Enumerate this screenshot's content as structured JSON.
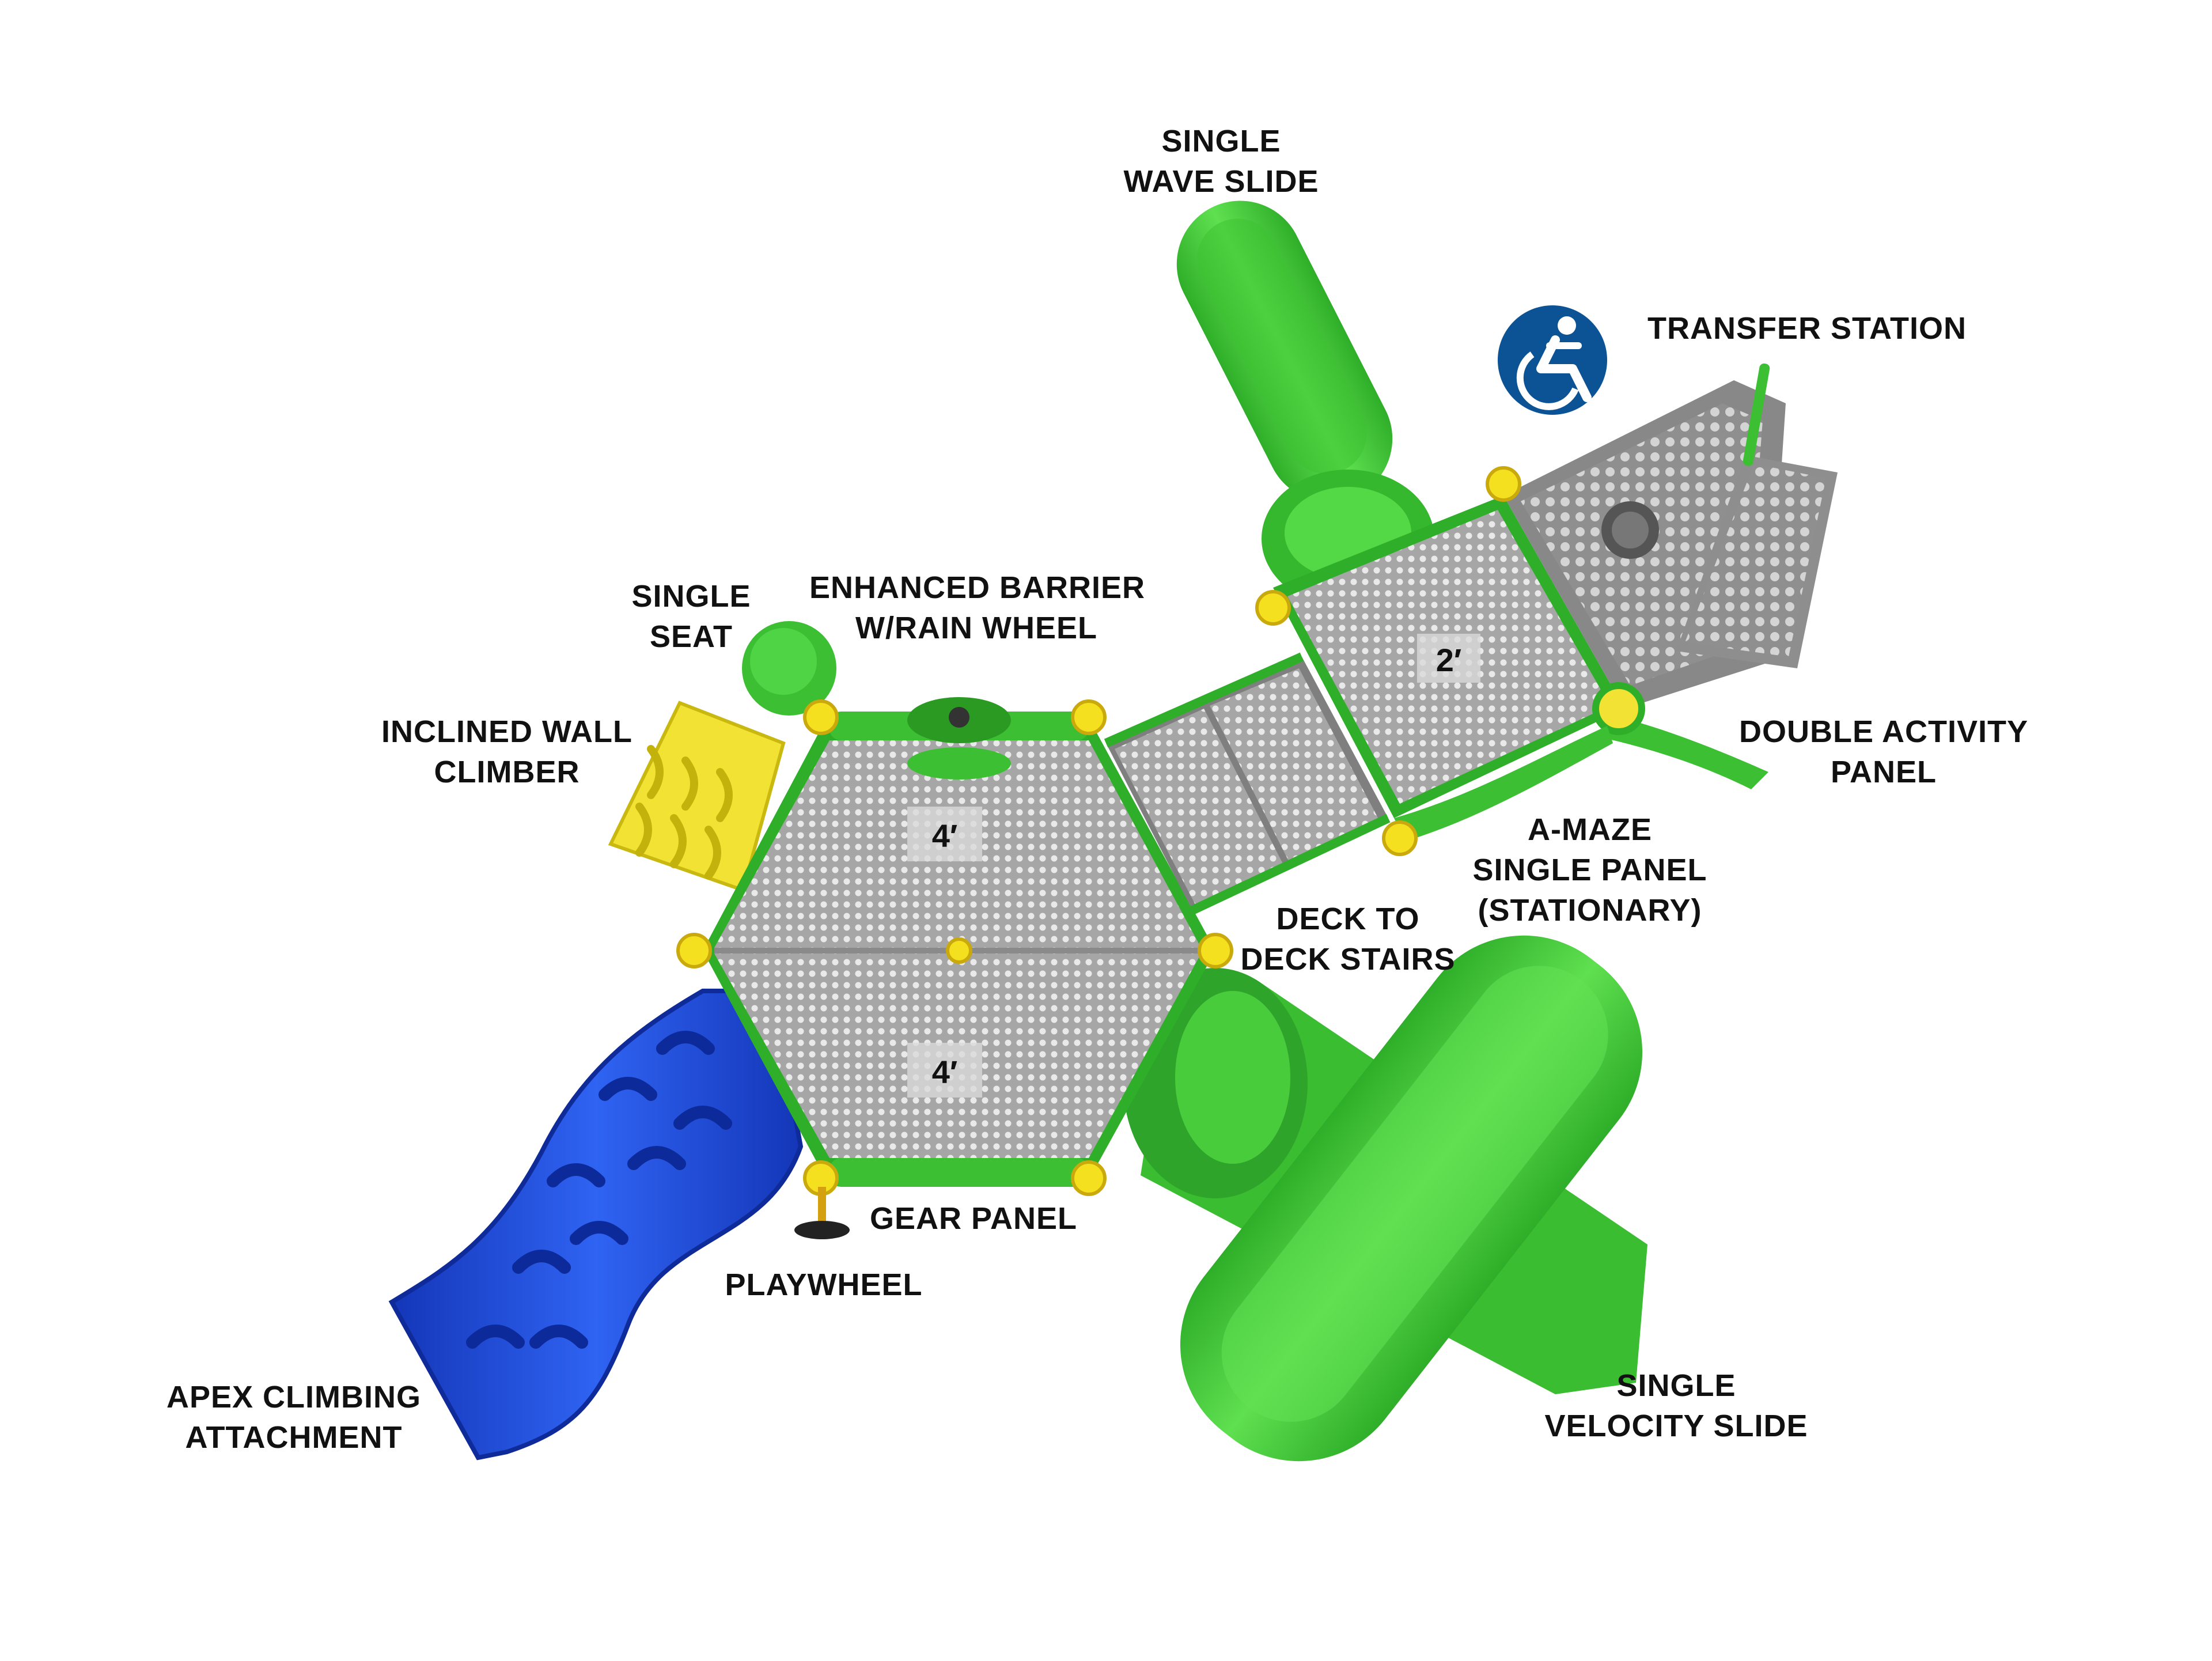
{
  "labels": {
    "single_wave_slide": [
      "SINGLE",
      "WAVE SLIDE"
    ],
    "transfer_station": [
      "TRANSFER STATION"
    ],
    "single_seat": [
      "SINGLE",
      "SEAT"
    ],
    "enhanced_barrier": [
      "ENHANCED BARRIER",
      "W/RAIN WHEEL"
    ],
    "inclined_wall_climber": [
      "INCLINED WALL",
      "CLIMBER"
    ],
    "double_activity_panel": [
      "DOUBLE ACTIVITY",
      "PANEL"
    ],
    "a_maze_panel": [
      "A-MAZE",
      "SINGLE PANEL",
      "(STATIONARY)"
    ],
    "deck_to_deck_stairs": [
      "DECK TO",
      "DECK STAIRS"
    ],
    "gear_panel": [
      "GEAR PANEL"
    ],
    "playwheel": [
      "PLAYWHEEL"
    ],
    "apex_climbing": [
      "APEX CLIMBING",
      "ATTACHMENT"
    ],
    "single_velocity_slide": [
      "SINGLE",
      "VELOCITY SLIDE"
    ]
  },
  "deck_heights": {
    "upper_hex": "4′",
    "lower_hex": "4′",
    "small_deck": "2′"
  },
  "accessibility_icon": "wheelchair-accessible-icon",
  "colors": {
    "green": "#44c43a",
    "dark_green": "#2a9a22",
    "blue": "#1f4fe0",
    "yellow": "#f2e233",
    "gray_deck": "#9b9b9b",
    "steel": "#8a8a8a",
    "badge_blue": "#0b5394"
  }
}
